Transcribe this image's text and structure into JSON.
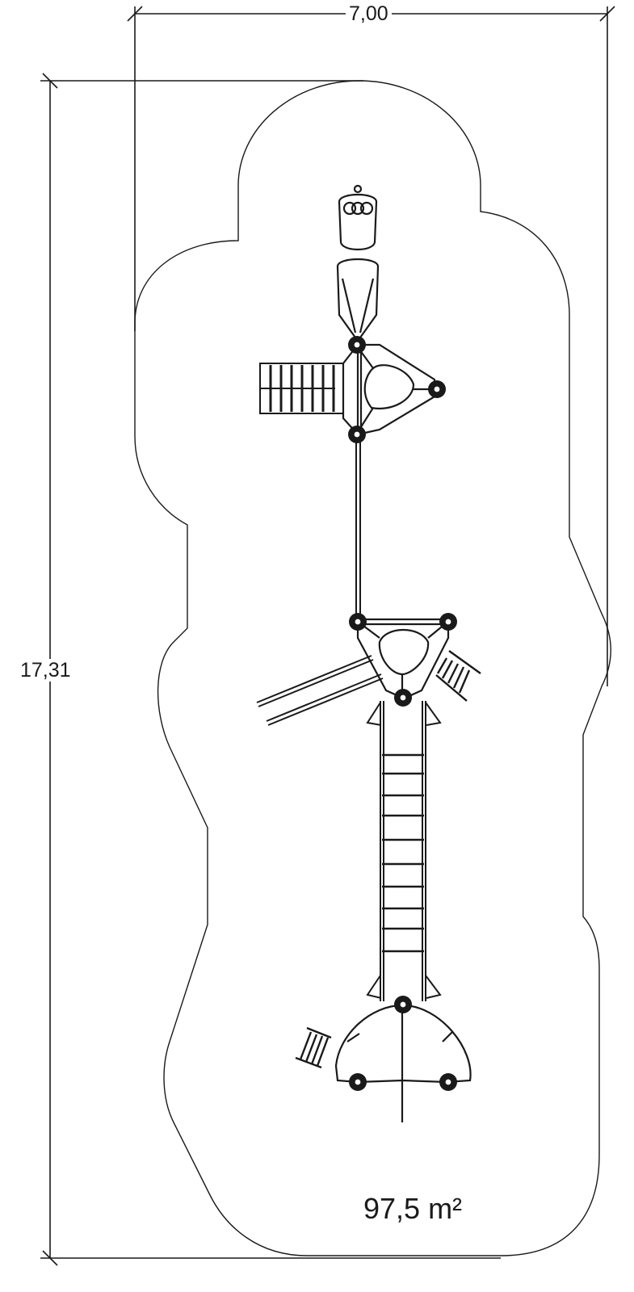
{
  "dimensions": {
    "width_label": "7,00",
    "length_label": "17,31"
  },
  "area_label": "97,5 m²",
  "colors": {
    "line": "#1a1a1a",
    "background": "#ffffff"
  }
}
